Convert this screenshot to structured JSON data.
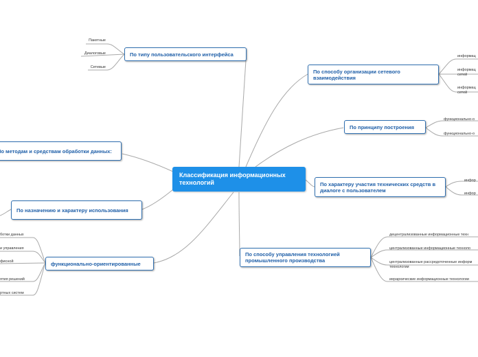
{
  "root": {
    "label": "Классификация информационных технологий"
  },
  "branches": {
    "interface": {
      "label": "По типу пользовательского интерфейса",
      "leaves": [
        "Пакетные",
        "Диалоговые",
        "Сетевые"
      ]
    },
    "network": {
      "label": "По способу организации сетевого взаимодействия",
      "leaves": [
        "информац",
        "информац сетей",
        "информац сетей"
      ]
    },
    "principle": {
      "label": "По принципу построения",
      "leaves": [
        "функционально-о",
        "функционально-о"
      ]
    },
    "methods": {
      "label": "По методам и средствам обработки данных:"
    },
    "participation": {
      "label": "По характеру участия технических средств в диалоге с пользователем",
      "leaves": [
        "инфор",
        "инфор"
      ]
    },
    "purpose": {
      "label": "По назначению и характеру использования"
    },
    "functional": {
      "label": "функционально-ориентированные",
      "leaves": [
        "ботки данных",
        "и управления",
        "фисной",
        "ятия решений",
        "ртных систем"
      ]
    },
    "production": {
      "label": "По способу управления технологией промышленного производства",
      "leaves": [
        "децентрализованные информационные техн",
        "централизованные информационные техноло",
        "централизованные рассредоточенные информ технологии",
        "иерархические информационные технологии"
      ]
    }
  },
  "colors": {
    "root_bg": "#1e90e8",
    "node_border": "#2f6fb0",
    "node_text": "#1f5fa8",
    "link": "#a8a8a8"
  }
}
